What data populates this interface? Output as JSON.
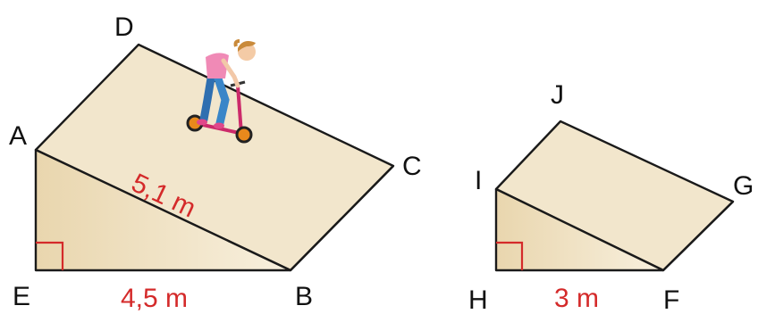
{
  "ramp1": {
    "points": {
      "A": "A",
      "B": "B",
      "C": "C",
      "D": "D",
      "E": "E"
    },
    "hypotenuse_label": "5,1 m",
    "base_label": "4,5 m"
  },
  "ramp2": {
    "points": {
      "F": "F",
      "G": "G",
      "H": "H",
      "I": "I",
      "J": "J"
    },
    "base_label": "3 m"
  },
  "colors": {
    "top_face": "#f2e6cc",
    "side_face": "#eedfbd",
    "side_face_light": "#f7efdc",
    "edge": "#1a1a1a",
    "label_red": "#d42a2a",
    "right_angle": "#d42a2a"
  }
}
